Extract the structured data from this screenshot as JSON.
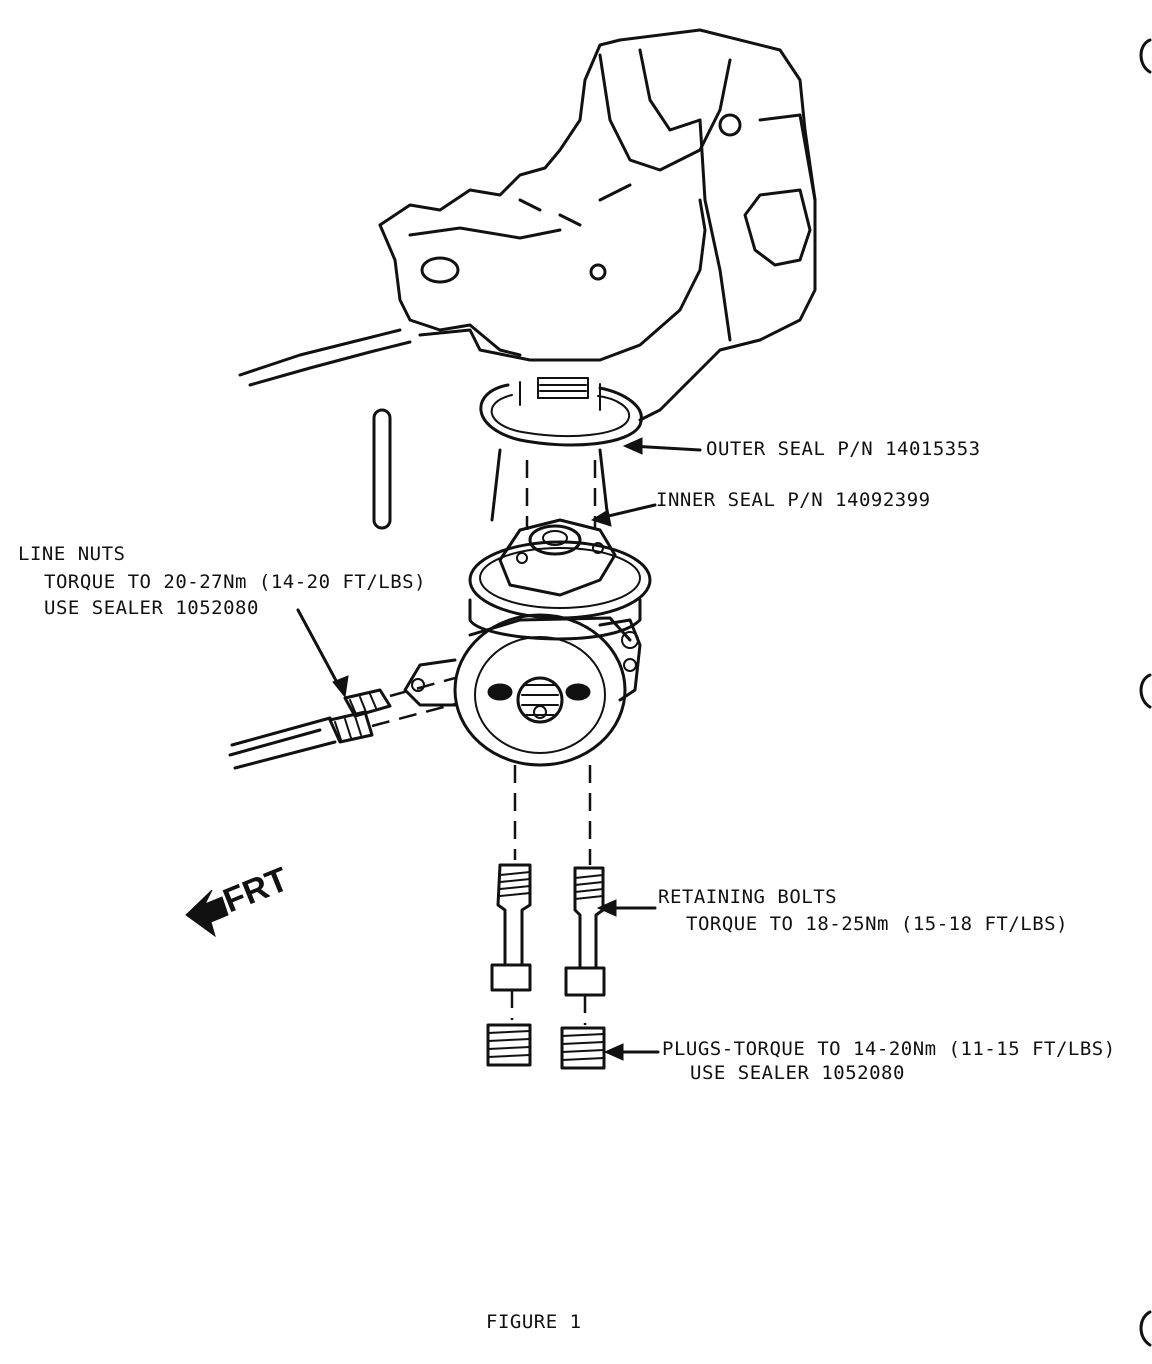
{
  "labels": {
    "outer_seal": "OUTER SEAL P/N 14015353",
    "inner_seal": "INNER SEAL P/N 14092399",
    "line_nuts_title": "LINE NUTS",
    "line_nuts_torque": "TORQUE TO 20-27Nm (14-20 FT/LBS)",
    "line_nuts_sealer": "USE SEALER 1052080",
    "retaining_bolts_title": "RETAINING BOLTS",
    "retaining_bolts_torque": "TORQUE TO 18-25Nm (15-18 FT/LBS)",
    "plugs_torque": "PLUGS-TORQUE TO 14-20Nm (11-15 FT/LBS)",
    "plugs_sealer": "USE SEALER 1052080",
    "frt": "FRT",
    "figure_caption": "FIGURE 1"
  }
}
